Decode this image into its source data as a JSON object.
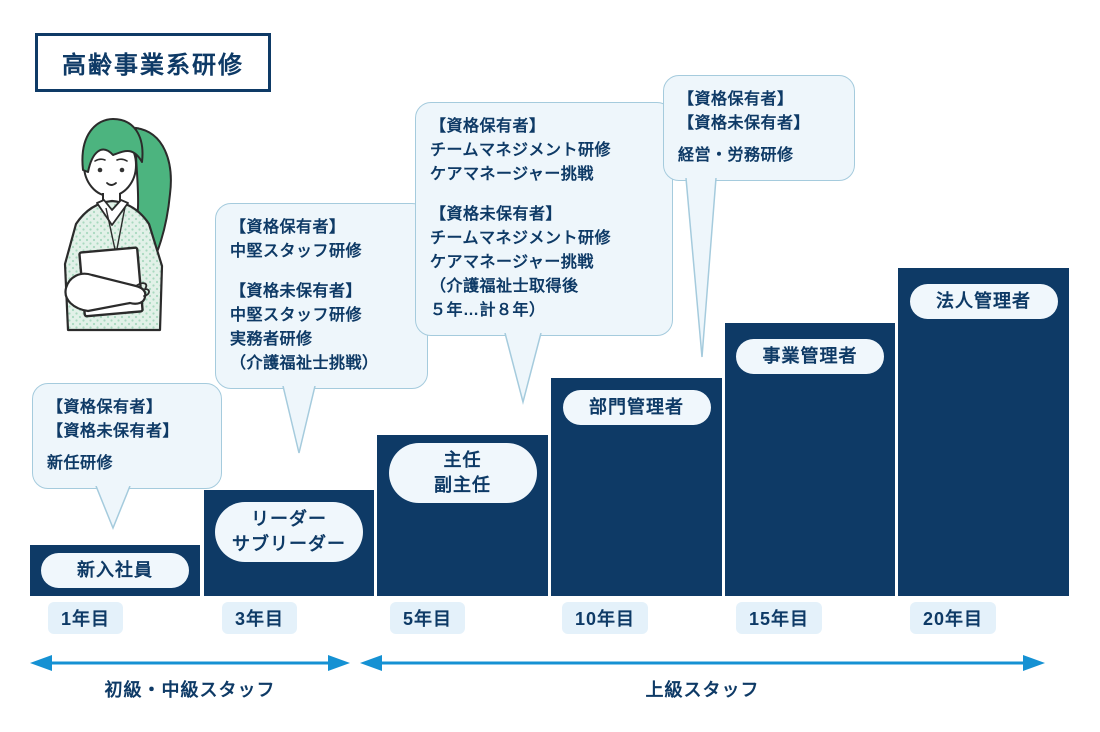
{
  "title": "高齢事業系研修",
  "illustration": {
    "name": "staff-with-clipboard"
  },
  "steps": [
    {
      "role_lines": [
        "新入社員"
      ],
      "year": "1年目"
    },
    {
      "role_lines": [
        "リーダー",
        "サブリーダー"
      ],
      "year": "3年目"
    },
    {
      "role_lines": [
        "主任",
        "副主任"
      ],
      "year": "5年目"
    },
    {
      "role_lines": [
        "部門管理者"
      ],
      "year": "10年目"
    },
    {
      "role_lines": [
        "事業管理者"
      ],
      "year": "15年目"
    },
    {
      "role_lines": [
        "法人管理者"
      ],
      "year": "20年目"
    }
  ],
  "bubbles": [
    {
      "lines": [
        "【資格保有者】",
        "【資格未保有者】",
        "",
        "新任研修"
      ]
    },
    {
      "lines": [
        "【資格保有者】",
        "中堅スタッフ研修",
        "",
        "【資格未保有者】",
        "中堅スタッフ研修",
        "実務者研修",
        "（介護福祉士挑戦）"
      ]
    },
    {
      "lines": [
        "【資格保有者】",
        "チームマネジメント研修",
        "ケアマネージャー挑戦",
        "",
        "【資格未保有者】",
        "チームマネジメント研修",
        "ケアマネージャー挑戦",
        "（介護福祉士取得後",
        "５年…計８年）"
      ]
    },
    {
      "lines": [
        "【資格保有者】",
        "【資格未保有者】",
        "",
        "経営・労務研修"
      ]
    }
  ],
  "ranges": [
    {
      "label": "初級・中級スタッフ"
    },
    {
      "label": "上級スタッフ"
    }
  ],
  "colors": {
    "navy": "#0e3a66",
    "bubble-bg": "#eef6fb",
    "bubble-border": "#a5cbdd",
    "pill-bg": "#f0f7fc",
    "year-bg": "#e4f1fa",
    "arrow-blue": "#1591d3",
    "hair-green": "#4cb47f",
    "shirt-green": "#e2f1e8",
    "shirt-dot": "#a8d9bf",
    "outline": "#2b2b2b"
  }
}
